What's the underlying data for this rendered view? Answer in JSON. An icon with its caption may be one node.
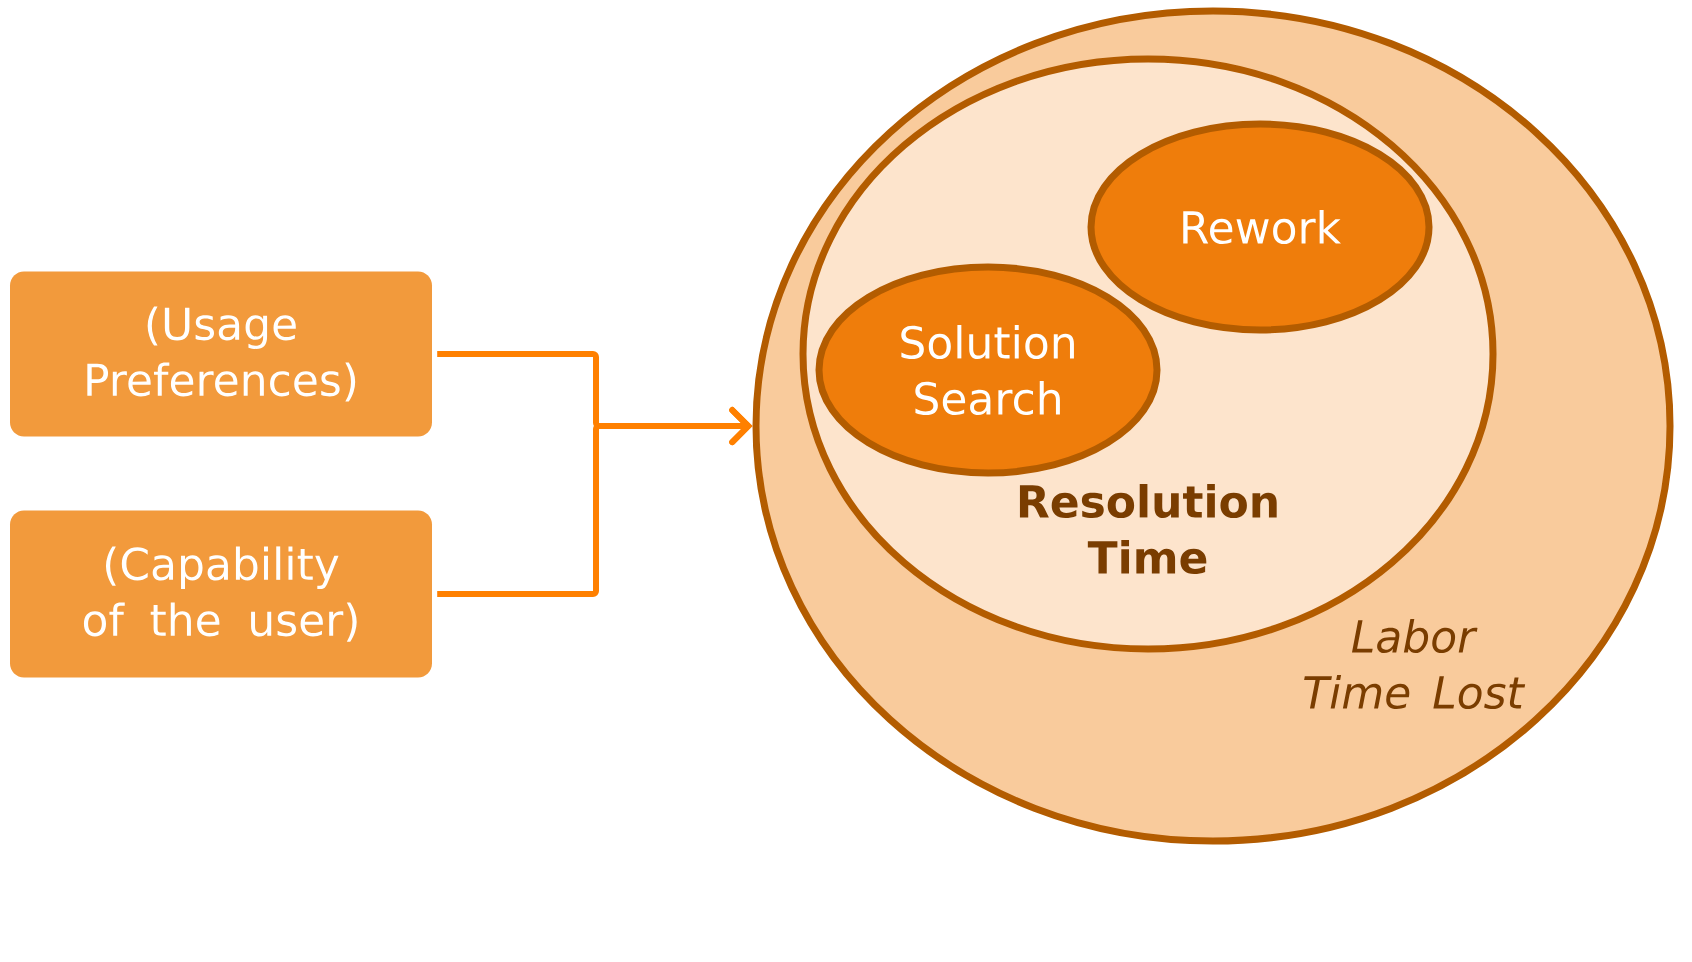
{
  "diagram": {
    "nodes": [
      {
        "text": [
          "(Usage Preferences)"
        ]
      },
      {
        "text": [
          "(Capability of the user)"
        ]
      },
      {
        "text": [
          "Labor Time Lost"
        ]
      },
      {
        "text": [
          "Resolution Time"
        ],
        "in": 2
      },
      {
        "text": [
          "Rework"
        ],
        "in": 3
      },
      {
        "text": [
          "Solution Search"
        ],
        "in": 3
      }
    ],
    "edges": [
      {
        "from": 0,
        "to": 2,
        "arrow": "to"
      },
      {
        "from": 1,
        "to": 2,
        "arrow": "to"
      }
    ]
  }
}
